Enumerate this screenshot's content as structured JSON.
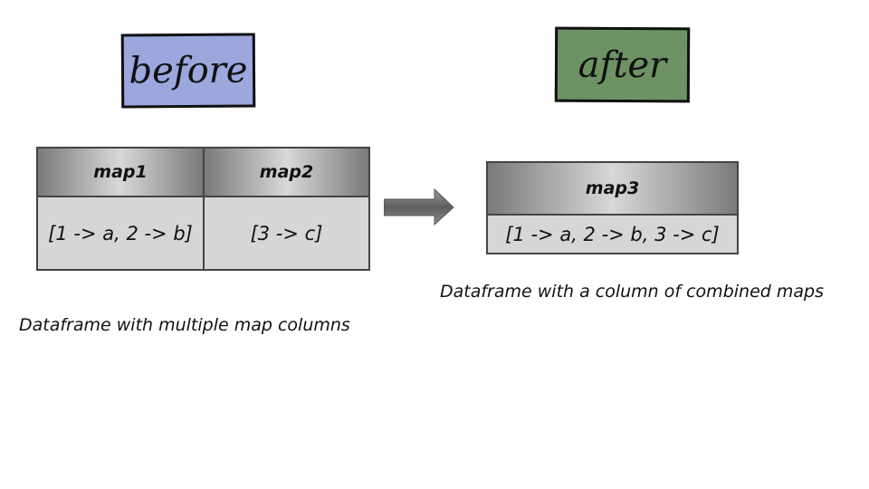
{
  "before": {
    "title": "before",
    "color": "#9ba7dd",
    "table": {
      "headers": [
        "map1",
        "map2"
      ],
      "cells": [
        "[1 -> a, 2 -> b]",
        "[3 -> c]"
      ]
    },
    "caption": "Dataframe with multiple map columns"
  },
  "after": {
    "title": "after",
    "color": "#6d9365",
    "table": {
      "headers": [
        "map3"
      ],
      "cells": [
        "[1 -> a, 2 -> b, 3 -> c]"
      ]
    },
    "caption": "Dataframe with a column of combined maps"
  },
  "arrow_icon": "right-arrow-icon"
}
